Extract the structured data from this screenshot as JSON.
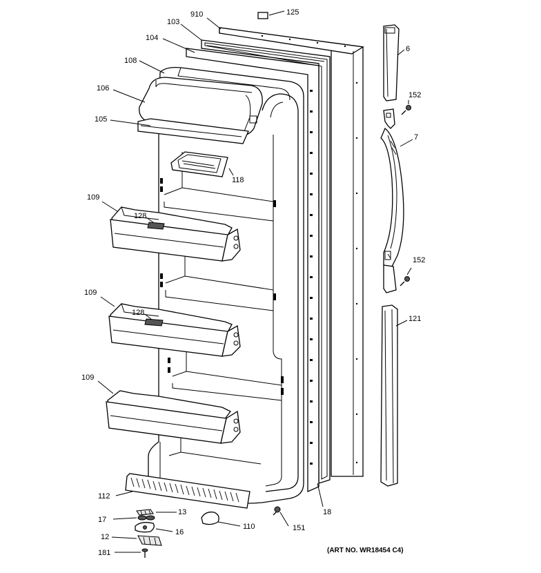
{
  "diagram": {
    "callouts": {
      "c910": "910",
      "c125": "125",
      "c103": "103",
      "c104": "104",
      "c108": "108",
      "c106": "106",
      "c105": "105",
      "c118": "118",
      "c109a": "109",
      "c128a": "128",
      "c109b": "109",
      "c128b": "128",
      "c109c": "109",
      "c112": "112",
      "c6": "6",
      "c152a": "152",
      "c7": "7",
      "c152b": "152",
      "c121": "121",
      "c18": "18",
      "c151": "151",
      "c13": "13",
      "c17": "17",
      "c16": "16",
      "c12": "12",
      "c181": "181",
      "c110": "110"
    },
    "art_number": "(ART NO. WR18454 C4)"
  }
}
